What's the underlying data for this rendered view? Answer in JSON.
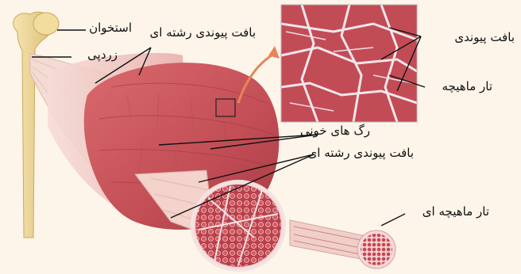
{
  "labels": {
    "bone": "استخوان",
    "tendon": "زردپی",
    "connective_outer": "بافت پیوندی رشته ای",
    "inset_connective": "بافت پیوندی",
    "inset_fiber": "تار ماهیچه",
    "blood_vessels": "رگ های خونی",
    "connective_inner": "بافت پیوندی رشته ای",
    "muscle_fiber": "تار ماهیچه ای"
  },
  "colors": {
    "background": "#fdf5ea",
    "muscle": "#c9525a",
    "muscle_dark": "#a83a44",
    "bone": "#efd79a",
    "tendon": "#f4e7d8",
    "arrow": "#e8845a"
  }
}
